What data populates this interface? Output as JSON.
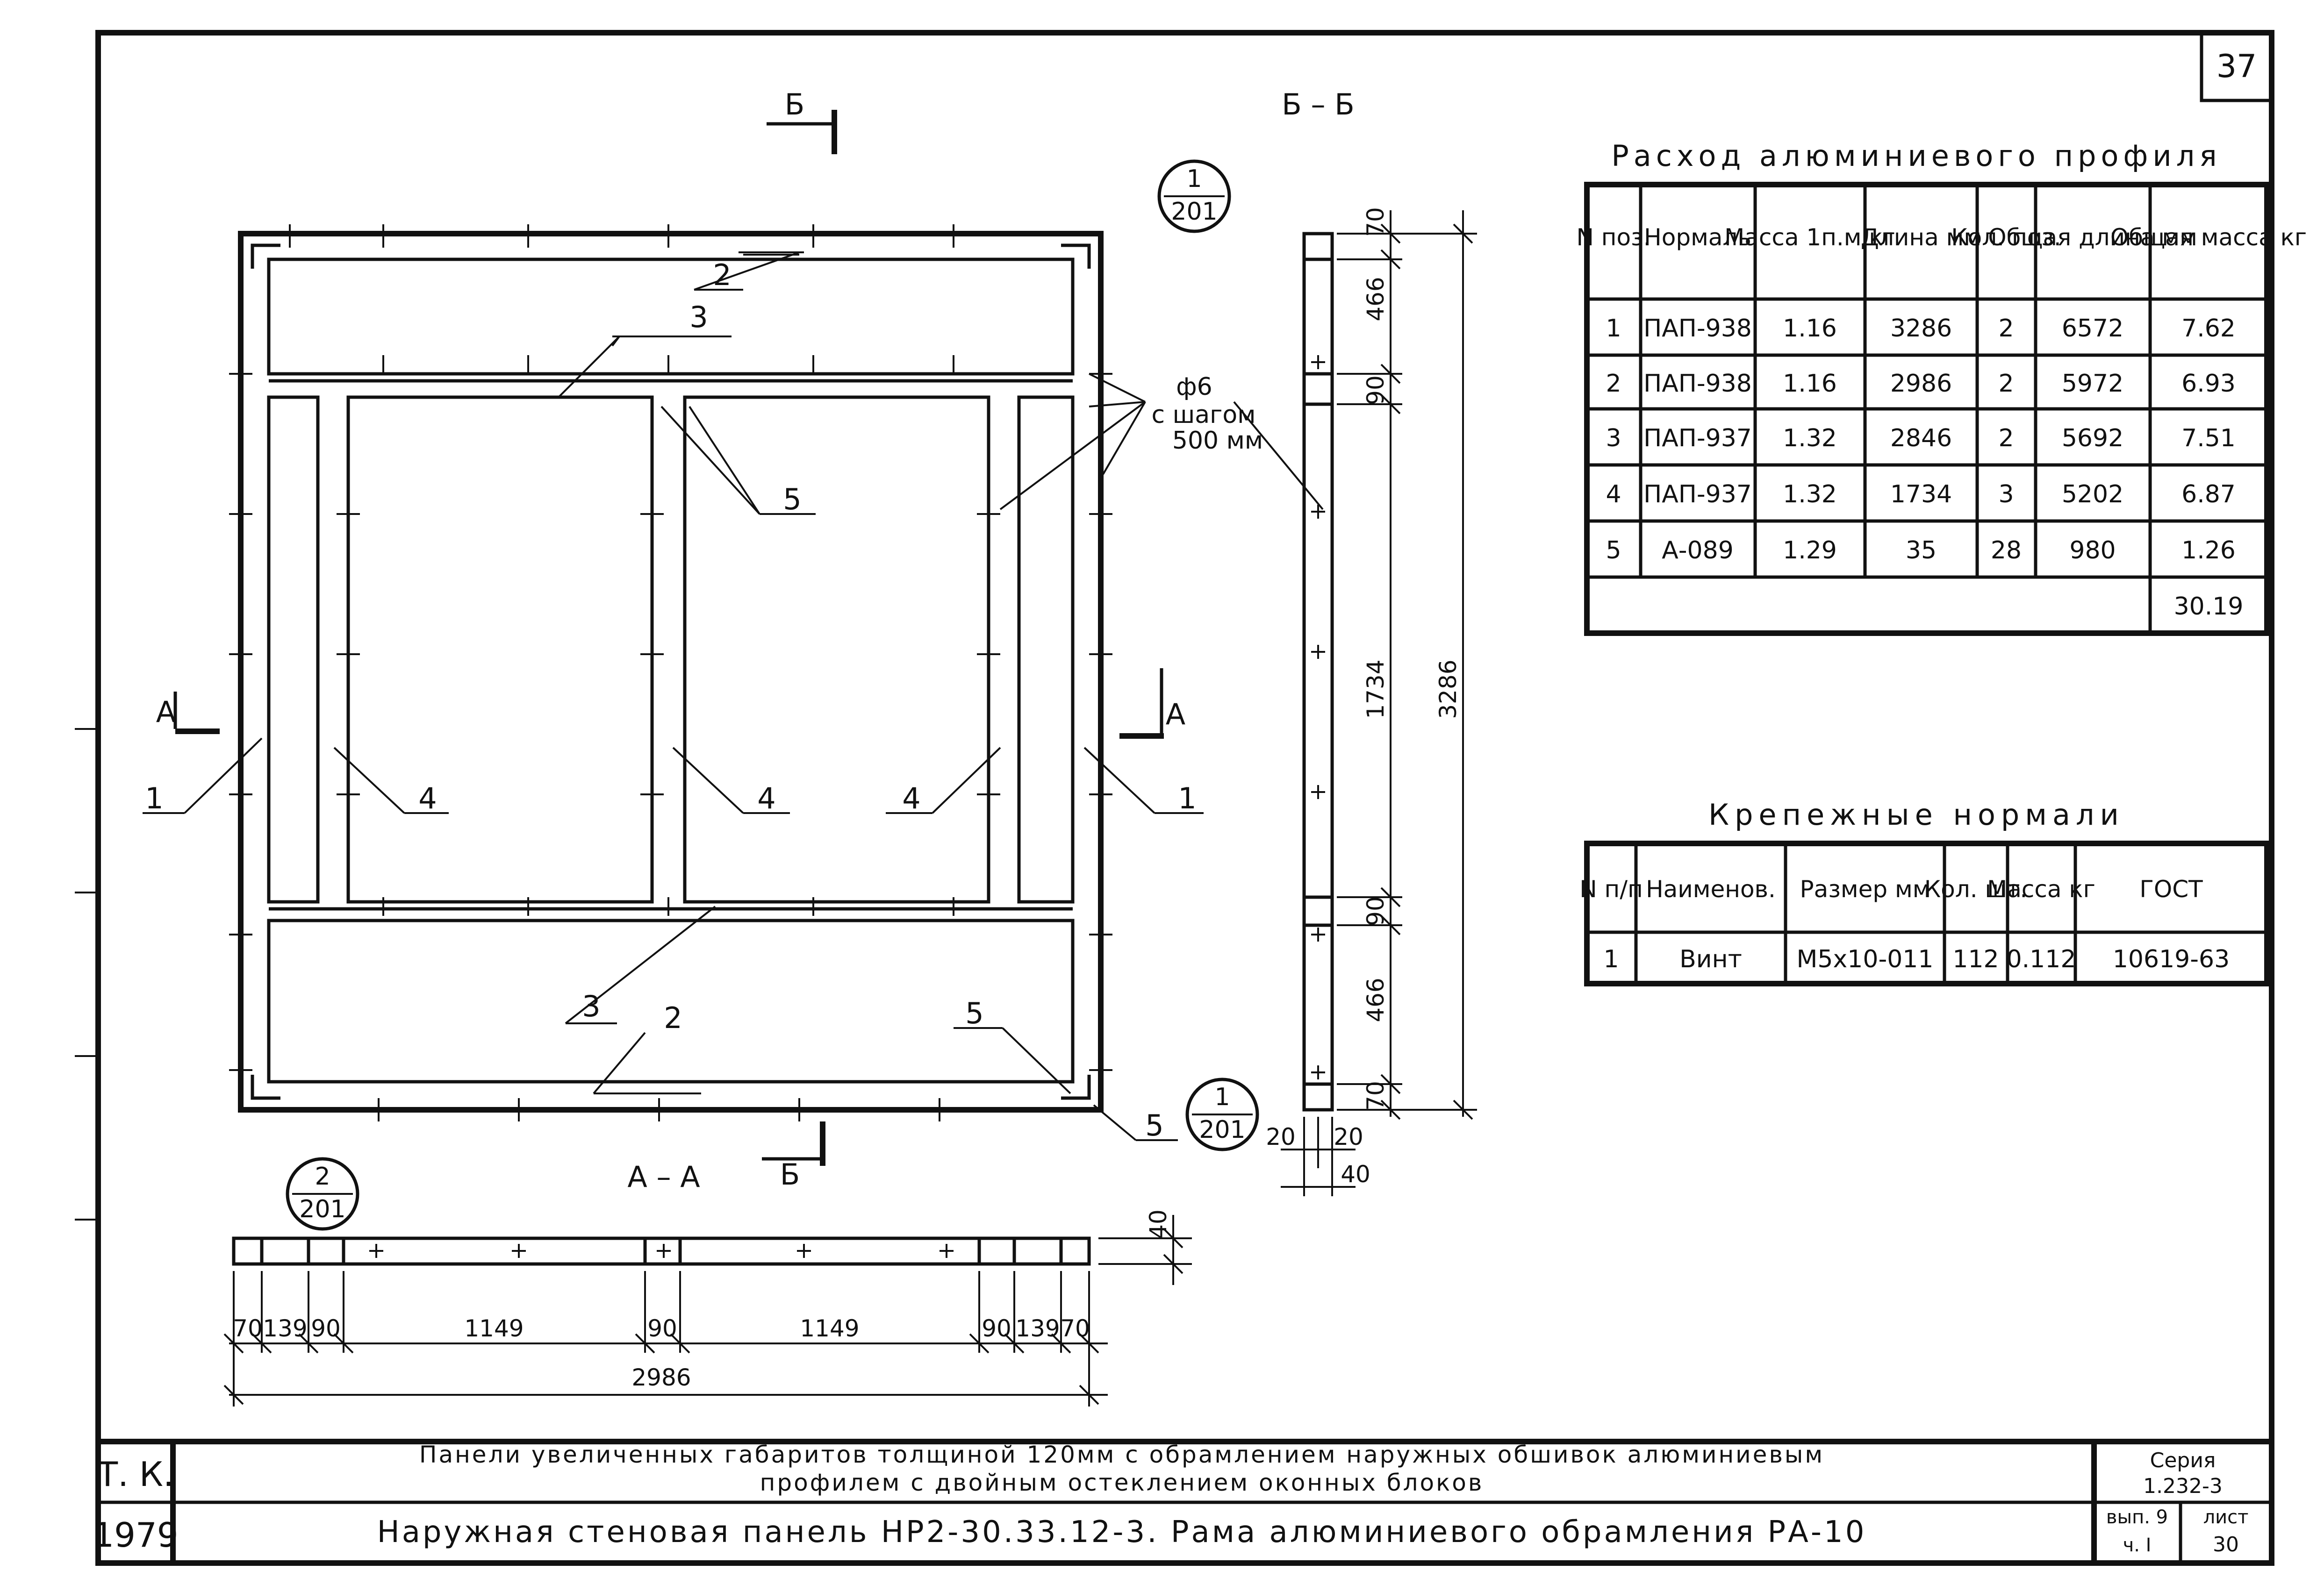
{
  "sheet_number": "37",
  "section_marks": {
    "b_top": "Б",
    "b_bottom": "Б",
    "b_view_title": "Б – Б",
    "a_left": "А",
    "a_right": "А",
    "a_view_title": "А – А"
  },
  "node_refs": [
    {
      "num": "1",
      "sheet": "201"
    },
    {
      "num": "1",
      "sheet": "201"
    },
    {
      "num": "2",
      "sheet": "201"
    }
  ],
  "callouts": {
    "pos1_left": "1",
    "pos1_right": "1",
    "pos2_top": "2",
    "pos2_bottom": "2",
    "pos3_top": "3",
    "pos3_bottom": "3",
    "pos4_a": "4",
    "pos4_b": "4",
    "pos4_c": "4",
    "pos5_mid": "5",
    "pos5_low": "5",
    "pos5_corner": "5",
    "fastener_line1": "ф6",
    "fastener_line2": "с шагом",
    "fastener_line3": "500 мм"
  },
  "section_bb_dims": {
    "d70_top": "70",
    "d466_top": "466",
    "d90_top": "90",
    "d1734": "1734",
    "d90_bot": "90",
    "d466_bot": "466",
    "d70_bot": "70",
    "d3286": "3286",
    "d20_left": "20",
    "d20_right": "20",
    "d40": "40"
  },
  "section_aa_dims": {
    "d40": "40",
    "segments": [
      "70",
      "139",
      "90",
      "1149",
      "90",
      "1149",
      "90",
      "139",
      "70"
    ],
    "total": "2986"
  },
  "profile_table": {
    "title": "Расход алюминиевого профиля",
    "headers": [
      "N поз.",
      "Нормаль",
      "Масса 1п.м кг",
      "Длина мм",
      "Кол. поз.",
      "Общая длина мм",
      "Общая масса кг"
    ],
    "rows": [
      [
        "1",
        "ПАП-938",
        "1.16",
        "3286",
        "2",
        "6572",
        "7.62"
      ],
      [
        "2",
        "ПАП-938",
        "1.16",
        "2986",
        "2",
        "5972",
        "6.93"
      ],
      [
        "3",
        "ПАП-937",
        "1.32",
        "2846",
        "2",
        "5692",
        "7.51"
      ],
      [
        "4",
        "ПАП-937",
        "1.32",
        "1734",
        "3",
        "5202",
        "6.87"
      ],
      [
        "5",
        "А-089",
        "1.29",
        "35",
        "28",
        "980",
        "1.26"
      ]
    ],
    "total": "30.19"
  },
  "fastener_table": {
    "title": "Крепежные нормали",
    "headers": [
      "N п/п",
      "Наименов.",
      "Размер мм",
      "Кол. шт.",
      "Масса кг",
      "ГОСТ"
    ],
    "rows": [
      [
        "1",
        "Винт",
        "М5х10-011",
        "112",
        "0.112",
        "10619-63"
      ]
    ]
  },
  "title_block": {
    "org": "Т. К.",
    "year": "1979",
    "line1": "Панели увеличенных габаритов толщиной 120мм с обрамлением наружных обшивок алюминиевым",
    "line2": "профилем с двойным остеклением оконных блоков",
    "line3": "Наружная стеновая панель НР2-30.33.12-3. Рама алюминиевого обрамления РА-10",
    "series_label": "Серия",
    "series_value": "1.232-3",
    "issue_label": "вып. 9",
    "issue_value": "ч. I",
    "sheet_label": "лист",
    "sheet_value": "30"
  }
}
